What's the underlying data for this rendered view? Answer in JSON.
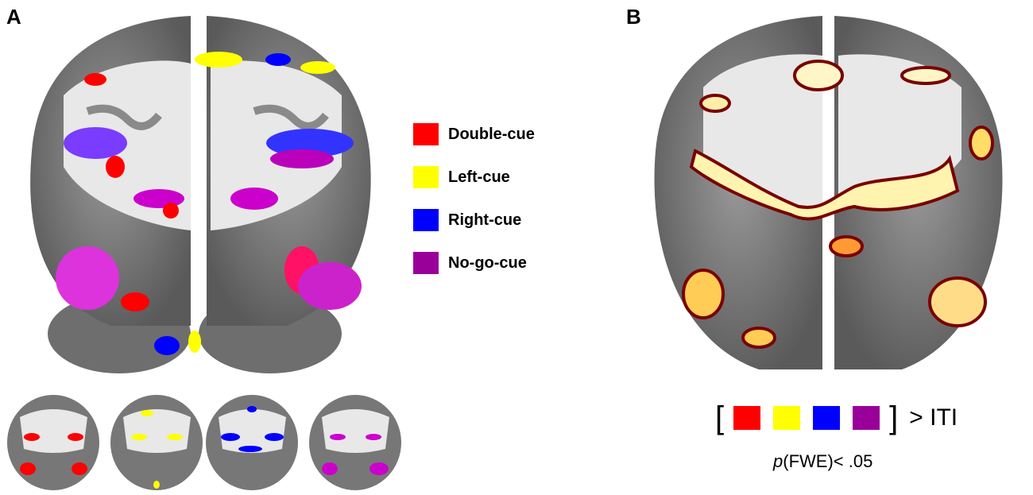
{
  "panels": {
    "a_label": "A",
    "b_label": "B"
  },
  "legend": {
    "items": [
      {
        "label": "Double-cue",
        "color": "#ff0000"
      },
      {
        "label": "Left-cue",
        "color": "#ffff00"
      },
      {
        "label": "Right-cue",
        "color": "#0000ff"
      },
      {
        "label": "No-go-cue",
        "color": "#990099"
      }
    ]
  },
  "contrast": {
    "open_bracket": "[",
    "close_bracket": "]",
    "text": "> ITI",
    "colors": [
      "#ff0000",
      "#ffff00",
      "#0000ff",
      "#990099"
    ]
  },
  "threshold": {
    "p_symbol": "p",
    "rest": "(FWE)< .05"
  },
  "colors": {
    "brain_gray": "#7a7a7a",
    "white_matter": "#e8e8e8",
    "activation_core": "#fff6c8",
    "activation_edge": "#ff6600"
  }
}
